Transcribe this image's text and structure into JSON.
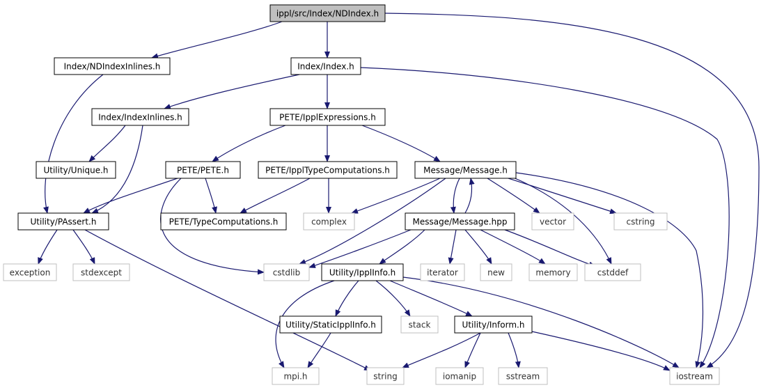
{
  "nodes": {
    "ndindex": {
      "label": "ippl/src/Index/NDIndex.h",
      "kind": "root"
    },
    "ndindex_inlines": {
      "label": "Index/NDIndexInlines.h",
      "kind": "file"
    },
    "index": {
      "label": "Index/Index.h",
      "kind": "file"
    },
    "index_inlines": {
      "label": "Index/IndexInlines.h",
      "kind": "file"
    },
    "ippl_expressions": {
      "label": "PETE/IpplExpressions.h",
      "kind": "file"
    },
    "unique": {
      "label": "Utility/Unique.h",
      "kind": "file"
    },
    "pete": {
      "label": "PETE/PETE.h",
      "kind": "file"
    },
    "ippl_type_computations": {
      "label": "PETE/IpplTypeComputations.h",
      "kind": "file"
    },
    "message_h": {
      "label": "Message/Message.h",
      "kind": "file"
    },
    "passert": {
      "label": "Utility/PAssert.h",
      "kind": "file"
    },
    "type_computations": {
      "label": "PETE/TypeComputations.h",
      "kind": "file"
    },
    "complex": {
      "label": "complex",
      "kind": "system"
    },
    "message_hpp": {
      "label": "Message/Message.hpp",
      "kind": "file"
    },
    "vector": {
      "label": "vector",
      "kind": "system"
    },
    "cstring": {
      "label": "cstring",
      "kind": "system"
    },
    "exception": {
      "label": "exception",
      "kind": "system"
    },
    "stdexcept": {
      "label": "stdexcept",
      "kind": "system"
    },
    "cstdlib": {
      "label": "cstdlib",
      "kind": "system"
    },
    "ippl_info": {
      "label": "Utility/IpplInfo.h",
      "kind": "file"
    },
    "iterator": {
      "label": "iterator",
      "kind": "system"
    },
    "new": {
      "label": "new",
      "kind": "system"
    },
    "memory": {
      "label": "memory",
      "kind": "system"
    },
    "cstddef": {
      "label": "cstddef",
      "kind": "system"
    },
    "static_ippl_info": {
      "label": "Utility/StaticIpplInfo.h",
      "kind": "file"
    },
    "stack": {
      "label": "stack",
      "kind": "system"
    },
    "inform": {
      "label": "Utility/Inform.h",
      "kind": "file"
    },
    "mpi": {
      "label": "mpi.h",
      "kind": "system"
    },
    "string": {
      "label": "string",
      "kind": "system"
    },
    "iomanip": {
      "label": "iomanip",
      "kind": "system"
    },
    "sstream": {
      "label": "sstream",
      "kind": "system"
    },
    "iostream": {
      "label": "iostream",
      "kind": "system"
    }
  },
  "edges": [
    [
      "ndindex",
      "ndindex_inlines"
    ],
    [
      "ndindex",
      "index"
    ],
    [
      "ndindex",
      "iostream"
    ],
    [
      "ndindex_inlines",
      "passert"
    ],
    [
      "index",
      "index_inlines"
    ],
    [
      "index",
      "ippl_expressions"
    ],
    [
      "index",
      "iostream"
    ],
    [
      "index_inlines",
      "unique"
    ],
    [
      "index_inlines",
      "passert"
    ],
    [
      "ippl_expressions",
      "pete"
    ],
    [
      "ippl_expressions",
      "ippl_type_computations"
    ],
    [
      "ippl_expressions",
      "message_h"
    ],
    [
      "pete",
      "passert"
    ],
    [
      "pete",
      "type_computations"
    ],
    [
      "pete",
      "cstdlib"
    ],
    [
      "ippl_type_computations",
      "type_computations"
    ],
    [
      "ippl_type_computations",
      "complex"
    ],
    [
      "message_h",
      "complex"
    ],
    [
      "message_h",
      "cstdlib"
    ],
    [
      "message_h",
      "message_hpp"
    ],
    [
      "message_h",
      "vector"
    ],
    [
      "message_h",
      "cstring"
    ],
    [
      "message_h",
      "cstddef"
    ],
    [
      "message_h",
      "iostream"
    ],
    [
      "message_hpp",
      "message_h"
    ],
    [
      "message_hpp",
      "cstdlib"
    ],
    [
      "message_hpp",
      "ippl_info"
    ],
    [
      "message_hpp",
      "iterator"
    ],
    [
      "message_hpp",
      "new"
    ],
    [
      "message_hpp",
      "memory"
    ],
    [
      "message_hpp",
      "cstddef"
    ],
    [
      "passert",
      "exception"
    ],
    [
      "passert",
      "stdexcept"
    ],
    [
      "passert",
      "string"
    ],
    [
      "ippl_info",
      "mpi"
    ],
    [
      "ippl_info",
      "static_ippl_info"
    ],
    [
      "ippl_info",
      "stack"
    ],
    [
      "ippl_info",
      "inform"
    ],
    [
      "ippl_info",
      "iostream"
    ],
    [
      "static_ippl_info",
      "mpi"
    ],
    [
      "inform",
      "string"
    ],
    [
      "inform",
      "iomanip"
    ],
    [
      "inform",
      "sstream"
    ],
    [
      "inform",
      "iostream"
    ]
  ],
  "colors": {
    "edge": "#191970",
    "file_border": "#000000",
    "system_border": "#bfbfbf",
    "root_fill": "#bfbfbf",
    "node_fill": "#ffffff"
  }
}
